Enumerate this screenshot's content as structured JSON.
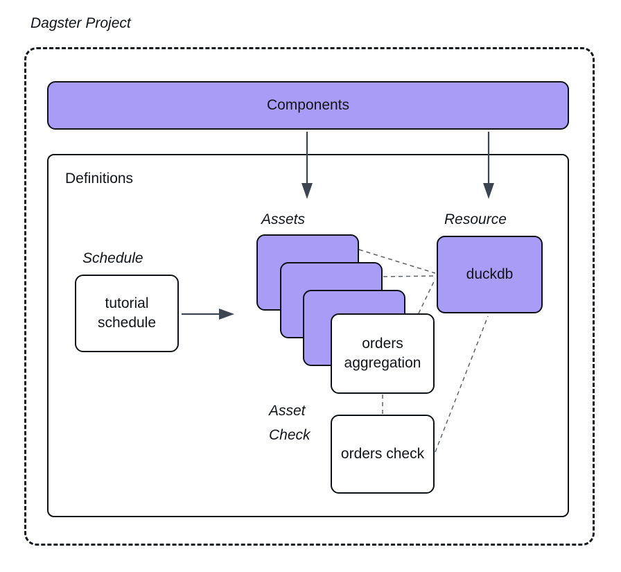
{
  "diagram": {
    "title": "Dagster Project",
    "components_label": "Components",
    "definitions_label": "Definitions",
    "schedule_label": "Schedule",
    "schedule_card": "tutorial schedule",
    "assets_label": "Assets",
    "aggregation_card": "orders aggregation",
    "resource_label": "Resource",
    "resource_card": "duckdb",
    "asset_check_label": "Asset Check",
    "orders_check_card": "orders check"
  },
  "colors": {
    "purple": "#a89cf7",
    "border": "#0e1116",
    "arrow": "#3d4550",
    "dashed": "#5f6368"
  }
}
